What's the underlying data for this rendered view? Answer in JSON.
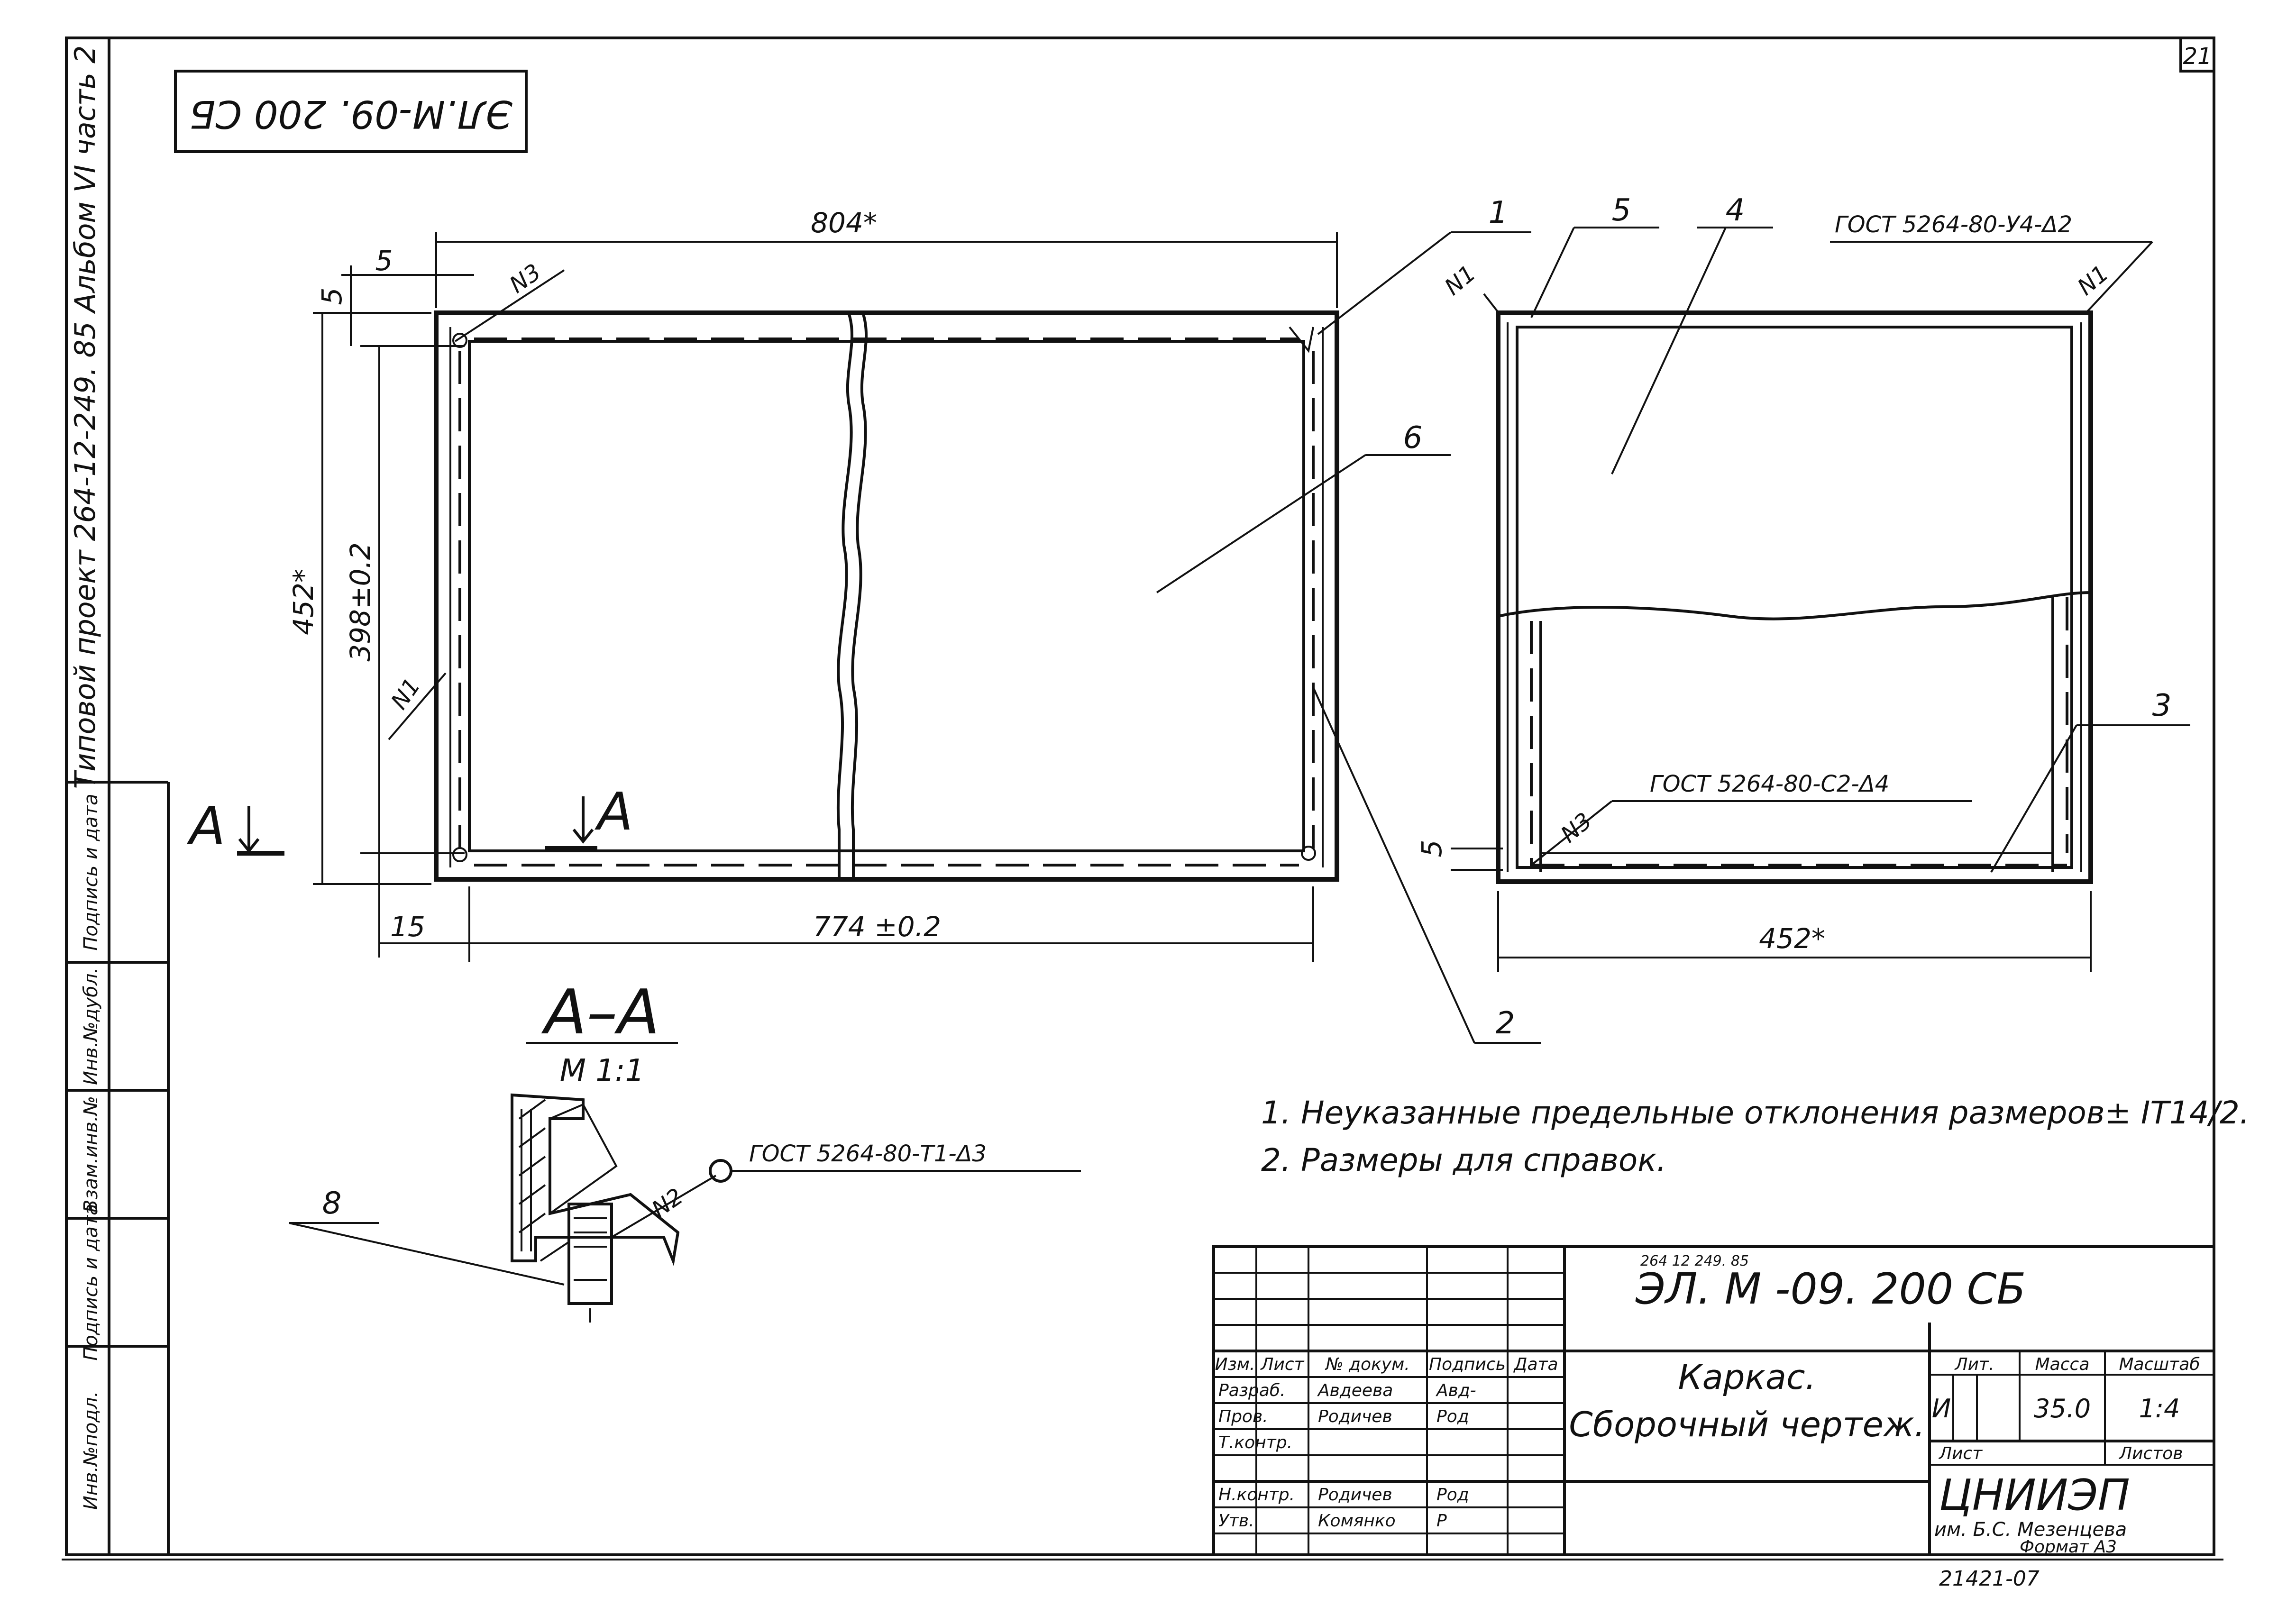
{
  "sheet_number": "21",
  "stamp_code": "ЭЛ.М-09. 200 СБ",
  "side_strip": {
    "project": "Типовой проект  264-12-249. 85  Альбом VI  часть 2",
    "fields": [
      "Инв.№подл.",
      "Подпись и дата",
      "Взам.инв.№",
      "Инв.№дубл.",
      "Подпись и дата"
    ]
  },
  "front_view": {
    "dim_width_total": "804*",
    "dim_width_inner": "774 ±0.2",
    "dim_height_total": "452*",
    "dim_height_inner": "398±0.2",
    "dim_corner_h": "5",
    "dim_corner_v": "5",
    "dim_offset": "15",
    "weld_top": "N3",
    "weld_side": "N1",
    "section_marker": "А"
  },
  "side_view": {
    "dim_width": "452*",
    "dim_small": "5",
    "weld_left": "N1",
    "weld_right": "N1",
    "weld_bottom": "N3",
    "gost_top": "ГОСТ 5264-80-У4-Δ2",
    "gost_bottom": "ГОСТ 5264-80-С2-Δ4"
  },
  "callouts": [
    "1",
    "2",
    "3",
    "4",
    "5",
    "6",
    "8"
  ],
  "section": {
    "title": "А–А",
    "scale": "М 1:1",
    "weld": "N2",
    "gost": "ГОСТ 5264-80-Т1-Δ3"
  },
  "notes": [
    "1. Неуказанные предельные отклонения размеров± IT14/2.",
    "2. Размеры для справок."
  ],
  "title_block": {
    "designation_top": "264  12  249. 85",
    "designation": "ЭЛ. М -09. 200  СБ",
    "name_line1": "Каркас.",
    "name_line2": "Сборочный  чертеж.",
    "headers": [
      "Изм.",
      "Лист",
      "№ докум.",
      "Подпись",
      "Дата"
    ],
    "roles": [
      "Разраб.",
      "Пров.",
      "Т.контр.",
      "",
      "Н.контр.",
      "Утв."
    ],
    "names": [
      "Авдеева",
      "Родичев",
      "",
      "",
      "Родичев",
      "Комянко"
    ],
    "signatures": [
      "Авд-",
      "Род",
      "",
      "",
      "Род",
      "Р"
    ],
    "lit_label": "Лит.",
    "mass_label": "Масса",
    "scale_label": "Масштаб",
    "lit_value": "И",
    "mass_value": "35.0",
    "scale_value": "1:4",
    "sheet_label": "Лист",
    "sheets_label": "Листов",
    "org": "ЦНИИЭП",
    "org_sub": "им. Б.С. Мезенцева",
    "format": "Формат А3",
    "bottom_code": "21421-07"
  }
}
